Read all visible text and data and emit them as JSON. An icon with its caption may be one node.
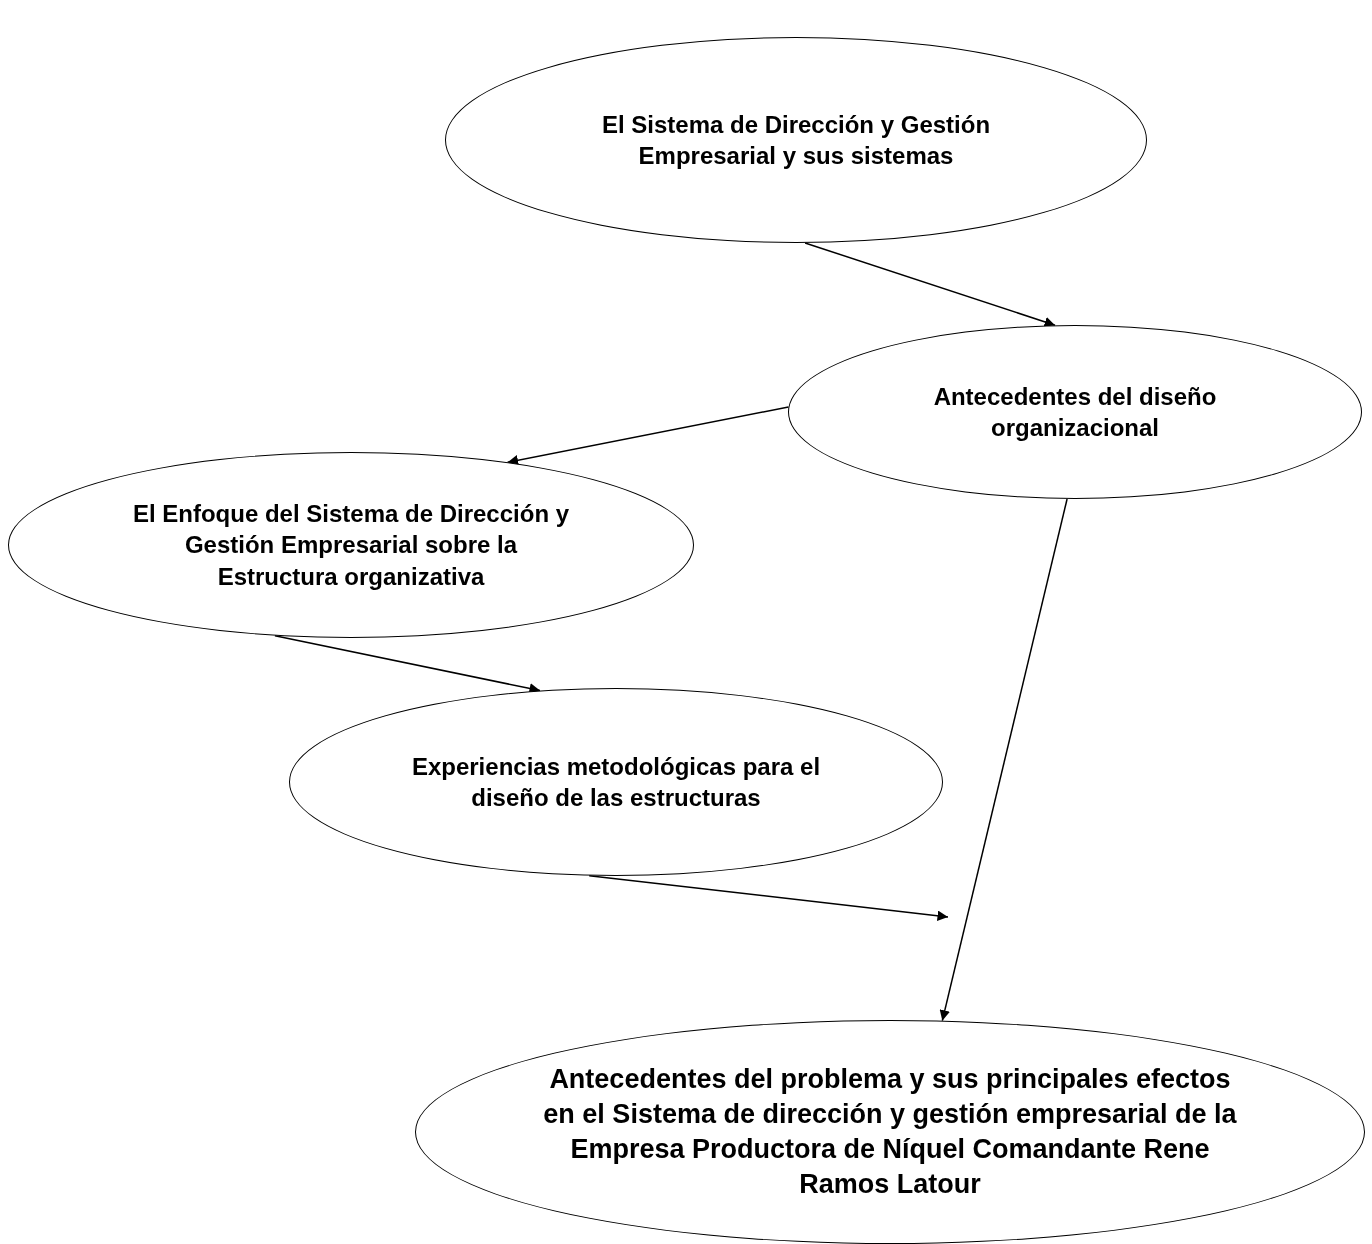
{
  "diagram": {
    "nodes": [
      {
        "text": [
          "El Sistema de Dirección y Gestión Empresarial y sus sistemas"
        ]
      },
      {
        "text": [
          "Antecedentes del diseño organizacional"
        ]
      },
      {
        "text": [
          "El Enfoque del Sistema de Dirección y Gestión Empresarial sobre la Estructura organizativa"
        ]
      },
      {
        "text": [
          "Experiencias metodológicas para el diseño de las estructuras"
        ]
      },
      {
        "text": [
          "Antecedentes del problema y sus principales efectos en el Sistema de dirección y gestión empresarial de la Empresa Productora de Níquel Comandante Rene Ramos Latour"
        ]
      }
    ],
    "edges": [
      {
        "from": 0,
        "to": 1,
        "arrow": "to"
      },
      {
        "from": 1,
        "to": 2,
        "arrow": "to"
      },
      {
        "from": 2,
        "to": 3,
        "arrow": "to"
      },
      {
        "from": 3,
        "to": null,
        "arrow": "to"
      },
      {
        "from": 1,
        "to": 4,
        "arrow": "to"
      }
    ]
  }
}
